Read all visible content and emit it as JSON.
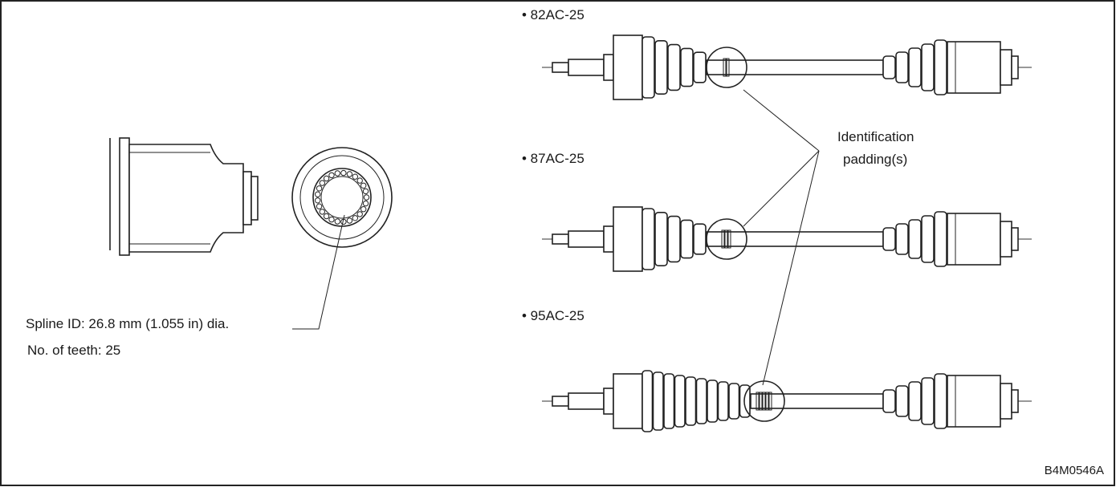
{
  "labels": {
    "spline_id": "Spline ID: 26.8 mm (1.055 in) dia.",
    "teeth": "No. of teeth: 25",
    "identification_line1": "Identification",
    "identification_line2": "padding(s)",
    "figure_code": "B4M0546A"
  },
  "shafts": [
    {
      "bullet": "•",
      "code": "82AC-25",
      "padding_rings": 2
    },
    {
      "bullet": "•",
      "code": "87AC-25",
      "padding_rings": 3
    },
    {
      "bullet": "•",
      "code": "95AC-25",
      "padding_rings": 5
    }
  ]
}
